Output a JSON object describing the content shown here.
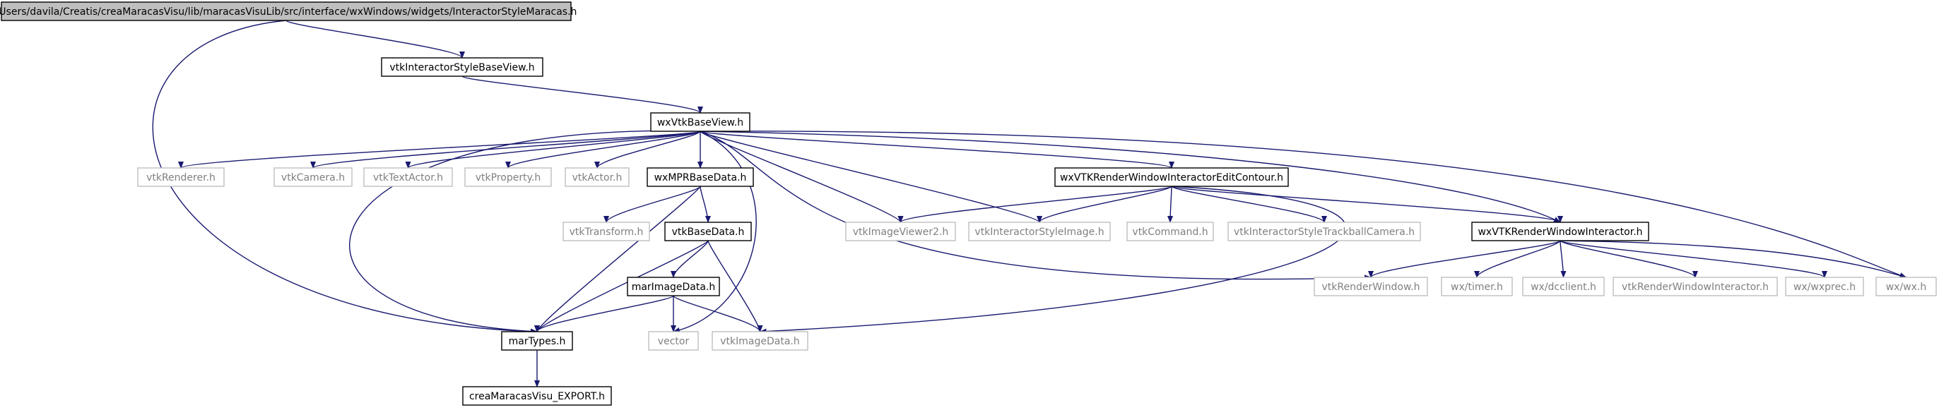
{
  "diagram": {
    "colors": {
      "edge": "#191970",
      "root_fill": "#bfbfbf",
      "internal_stroke": "#000000",
      "external_stroke": "#bfbfbf",
      "external_text": "#808080",
      "internal_text": "#000000"
    },
    "nodes": [
      {
        "id": "root",
        "label": "/Users/davila/Creatis/creaMaracasVisu/lib/maracasVisuLib/src/interface/wxWindows/widgets/InteractorStyleMaracas.h",
        "style": "root"
      },
      {
        "id": "vtkInteractorStyleBaseView",
        "label": "vtkInteractorStyleBaseView.h",
        "style": "internal"
      },
      {
        "id": "wxVtkBaseView",
        "label": "wxVtkBaseView.h",
        "style": "internal"
      },
      {
        "id": "vtkRenderer",
        "label": "vtkRenderer.h",
        "style": "external"
      },
      {
        "id": "vtkCamera",
        "label": "vtkCamera.h",
        "style": "external"
      },
      {
        "id": "vtkTextActor",
        "label": "vtkTextActor.h",
        "style": "external"
      },
      {
        "id": "vtkProperty",
        "label": "vtkProperty.h",
        "style": "external"
      },
      {
        "id": "vtkActor",
        "label": "vtkActor.h",
        "style": "external"
      },
      {
        "id": "wxMPRBaseData",
        "label": "wxMPRBaseData.h",
        "style": "internal"
      },
      {
        "id": "wxVTKRenderWindowInteractorEditContour",
        "label": "wxVTKRenderWindowInteractorEditContour.h",
        "style": "internal"
      },
      {
        "id": "vtkTransform",
        "label": "vtkTransform.h",
        "style": "external"
      },
      {
        "id": "vtkBaseData",
        "label": "vtkBaseData.h",
        "style": "internal"
      },
      {
        "id": "vtkImageViewer2",
        "label": "vtkImageViewer2.h",
        "style": "external"
      },
      {
        "id": "vtkInteractorStyleImage",
        "label": "vtkInteractorStyleImage.h",
        "style": "external"
      },
      {
        "id": "vtkCommand",
        "label": "vtkCommand.h",
        "style": "external"
      },
      {
        "id": "vtkInteractorStyleTrackballCamera",
        "label": "vtkInteractorStyleTrackballCamera.h",
        "style": "external"
      },
      {
        "id": "wxVTKRenderWindowInteractor",
        "label": "wxVTKRenderWindowInteractor.h",
        "style": "internal"
      },
      {
        "id": "marImageData",
        "label": "marImageData.h",
        "style": "internal"
      },
      {
        "id": "vtkRenderWindow",
        "label": "vtkRenderWindow.h",
        "style": "external"
      },
      {
        "id": "wxtimer",
        "label": "wx/timer.h",
        "style": "external"
      },
      {
        "id": "wxdcclient",
        "label": "wx/dcclient.h",
        "style": "external"
      },
      {
        "id": "vtkRenderWindowInteractor",
        "label": "vtkRenderWindowInteractor.h",
        "style": "external"
      },
      {
        "id": "wxwxprec",
        "label": "wx/wxprec.h",
        "style": "external"
      },
      {
        "id": "wxwx",
        "label": "wx/wx.h",
        "style": "external"
      },
      {
        "id": "marTypes",
        "label": "marTypes.h",
        "style": "internal"
      },
      {
        "id": "vector",
        "label": "vector",
        "style": "external"
      },
      {
        "id": "vtkImageData",
        "label": "vtkImageData.h",
        "style": "external"
      },
      {
        "id": "creaMaracasVisu_EXPORT",
        "label": "creaMaracasVisu_EXPORT.h",
        "style": "internal"
      }
    ],
    "edges": [
      {
        "from": "root",
        "to": "vtkInteractorStyleBaseView"
      },
      {
        "from": "root",
        "to": "marTypes"
      },
      {
        "from": "vtkInteractorStyleBaseView",
        "to": "wxVtkBaseView"
      },
      {
        "from": "wxVtkBaseView",
        "to": "vtkRenderer"
      },
      {
        "from": "wxVtkBaseView",
        "to": "vtkCamera"
      },
      {
        "from": "wxVtkBaseView",
        "to": "vtkTextActor"
      },
      {
        "from": "wxVtkBaseView",
        "to": "vtkProperty"
      },
      {
        "from": "wxVtkBaseView",
        "to": "vtkActor"
      },
      {
        "from": "wxVtkBaseView",
        "to": "wxMPRBaseData"
      },
      {
        "from": "wxVtkBaseView",
        "to": "wxVTKRenderWindowInteractorEditContour"
      },
      {
        "from": "wxVtkBaseView",
        "to": "wxVTKRenderWindowInteractor"
      },
      {
        "from": "wxVtkBaseView",
        "to": "vtkImageViewer2"
      },
      {
        "from": "wxVtkBaseView",
        "to": "vtkInteractorStyleImage"
      },
      {
        "from": "wxVtkBaseView",
        "to": "vtkRenderWindow"
      },
      {
        "from": "wxVtkBaseView",
        "to": "wxwx"
      },
      {
        "from": "wxVtkBaseView",
        "to": "vector"
      },
      {
        "from": "wxVtkBaseView",
        "to": "marTypes"
      },
      {
        "from": "wxMPRBaseData",
        "to": "vtkTransform"
      },
      {
        "from": "wxMPRBaseData",
        "to": "vtkBaseData"
      },
      {
        "from": "wxMPRBaseData",
        "to": "marTypes"
      },
      {
        "from": "vtkBaseData",
        "to": "marImageData"
      },
      {
        "from": "vtkBaseData",
        "to": "vtkImageData"
      },
      {
        "from": "vtkBaseData",
        "to": "marTypes"
      },
      {
        "from": "marImageData",
        "to": "marTypes"
      },
      {
        "from": "marImageData",
        "to": "vector"
      },
      {
        "from": "marImageData",
        "to": "vtkImageData"
      },
      {
        "from": "wxVTKRenderWindowInteractorEditContour",
        "to": "vtkImageViewer2"
      },
      {
        "from": "wxVTKRenderWindowInteractorEditContour",
        "to": "vtkInteractorStyleImage"
      },
      {
        "from": "wxVTKRenderWindowInteractorEditContour",
        "to": "vtkCommand"
      },
      {
        "from": "wxVTKRenderWindowInteractorEditContour",
        "to": "vtkInteractorStyleTrackballCamera"
      },
      {
        "from": "wxVTKRenderWindowInteractorEditContour",
        "to": "wxVTKRenderWindowInteractor"
      },
      {
        "from": "wxVTKRenderWindowInteractorEditContour",
        "to": "vtkImageData"
      },
      {
        "from": "wxVTKRenderWindowInteractor",
        "to": "vtkRenderWindow"
      },
      {
        "from": "wxVTKRenderWindowInteractor",
        "to": "wxtimer"
      },
      {
        "from": "wxVTKRenderWindowInteractor",
        "to": "wxdcclient"
      },
      {
        "from": "wxVTKRenderWindowInteractor",
        "to": "vtkRenderWindowInteractor"
      },
      {
        "from": "wxVTKRenderWindowInteractor",
        "to": "wxwxprec"
      },
      {
        "from": "wxVTKRenderWindowInteractor",
        "to": "wxwx"
      },
      {
        "from": "marTypes",
        "to": "creaMaracasVisu_EXPORT"
      }
    ]
  }
}
